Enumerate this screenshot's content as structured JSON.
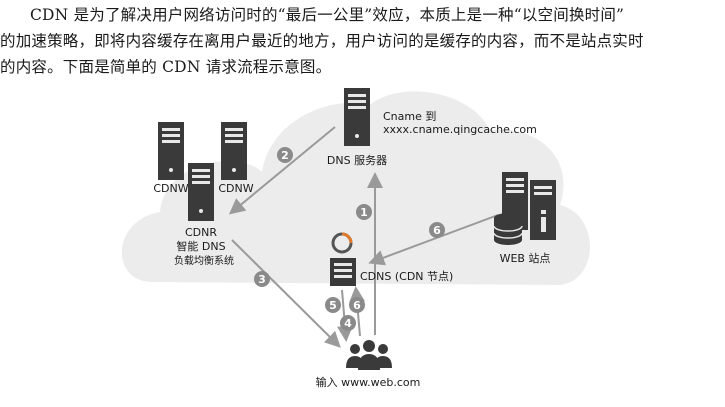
{
  "paragraph": {
    "line1": "CDN 是为了解决用户网络访问时的“最后一公里”效应，本质上是一种“以空间换时间”",
    "line2": "的加速策略，即将内容缓存在离用户最近的地方，用户访问的是缓存的内容，而不是站点实时",
    "line3": "的内容。下面是简单的 CDN 请求流程示意图。"
  },
  "diagram": {
    "dns_server": {
      "label": "DNS 服务器",
      "note_line1": "Cname 到",
      "note_line2": "xxxx.cname.qingcache.com"
    },
    "cdnw_left": "CDNW",
    "cdnw_right": "CDNW",
    "cdnr": {
      "line1": "CDNR",
      "line2": "智能 DNS",
      "line3": "负载均衡系统"
    },
    "cdns": "CDNS (CDN 节点)",
    "web_site": "WEB 站点",
    "user": "输入 www.web.com",
    "steps": [
      "1",
      "2",
      "3",
      "4",
      "5",
      "6",
      "6"
    ],
    "colors": {
      "cloud": "#ececec",
      "arrow": "#9a9a9a",
      "server": "#3a3a3a",
      "badge": "#8a8a8a"
    },
    "icons": [
      "server-icon",
      "database-icon",
      "info-icon",
      "sync-icon",
      "users-icon"
    ]
  }
}
